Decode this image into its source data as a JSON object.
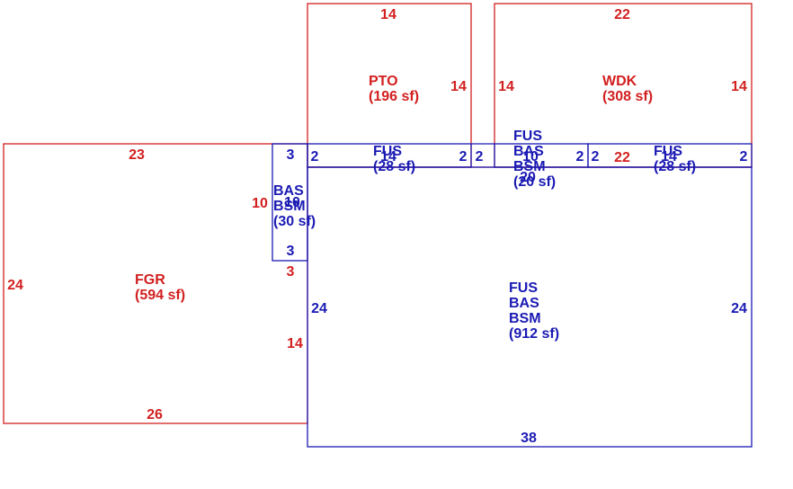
{
  "colors": {
    "red": "#d21f1f",
    "blue": "#1a1ab4",
    "background": "#ffffff"
  },
  "areas": {
    "pto": {
      "code": "PTO",
      "area": "(196 sf)"
    },
    "wdk": {
      "code": "WDK",
      "area": "(308 sf)"
    },
    "fgr": {
      "code": "FGR",
      "area": "(594 sf)"
    },
    "bas_small": {
      "code1": "BAS",
      "code2": "BSM",
      "area": "(30 sf)"
    },
    "fus_left": {
      "code": "FUS",
      "area": "(28 sf)"
    },
    "fus_mid": {
      "code1": "FUS",
      "code2": "BAS",
      "code3": "BSM",
      "area": "(20 sf)"
    },
    "fus_right": {
      "code": "FUS",
      "area": "(28 sf)"
    },
    "main": {
      "code1": "FUS",
      "code2": "BAS",
      "code3": "BSM",
      "area": "(912 sf)"
    }
  },
  "dimensions": {
    "pto_top": "14",
    "pto_right": "14",
    "wdk_top": "22",
    "wdk_left": "14",
    "wdk_right": "14",
    "fgr_top": "23",
    "fgr_left": "24",
    "fgr_bottom": "26",
    "fgr_right_upper": "10",
    "fgr_right_mid": "3",
    "fgr_right_lower": "14",
    "bas_top": "3",
    "bas_bottom": "3",
    "bas_overlap": "10",
    "fus_left_left": "2",
    "fus_left_top": "14",
    "fus_left_right": "2",
    "connector_left": "2",
    "fus_mid_top": "10",
    "fus_mid_right": "2",
    "fus_mid_extra": "20",
    "fus_right_left": "2",
    "fus_right_top": "14",
    "fus_right_right": "2",
    "wdk_bottom": "22",
    "main_left": "24",
    "main_right": "24",
    "main_bottom": "38"
  }
}
